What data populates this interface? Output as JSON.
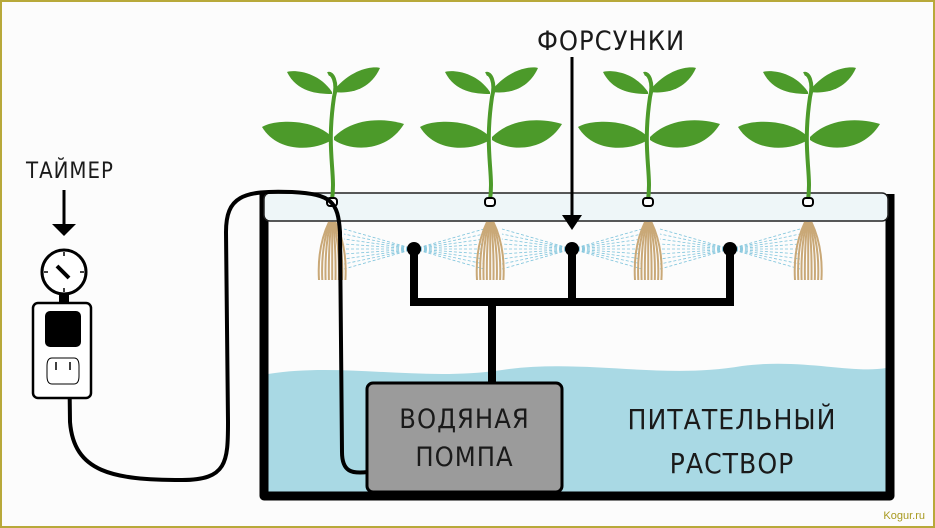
{
  "labels": {
    "nozzles": "ФОРСУНКИ",
    "timer": "ТАЙМЕР",
    "pump_line1": "ВОДЯНАЯ",
    "pump_line2": "ПОМПА",
    "solution_line1": "ПИТАТЕЛЬНЫЙ",
    "solution_line2": "РАСТВОР"
  },
  "watermark": "Kogur.ru",
  "colors": {
    "water": "#a9d9e4",
    "pump": "#9b9b9b",
    "leaf": "#4c9a2a",
    "root": "#c9a877",
    "spray": "#7fc4dc"
  }
}
